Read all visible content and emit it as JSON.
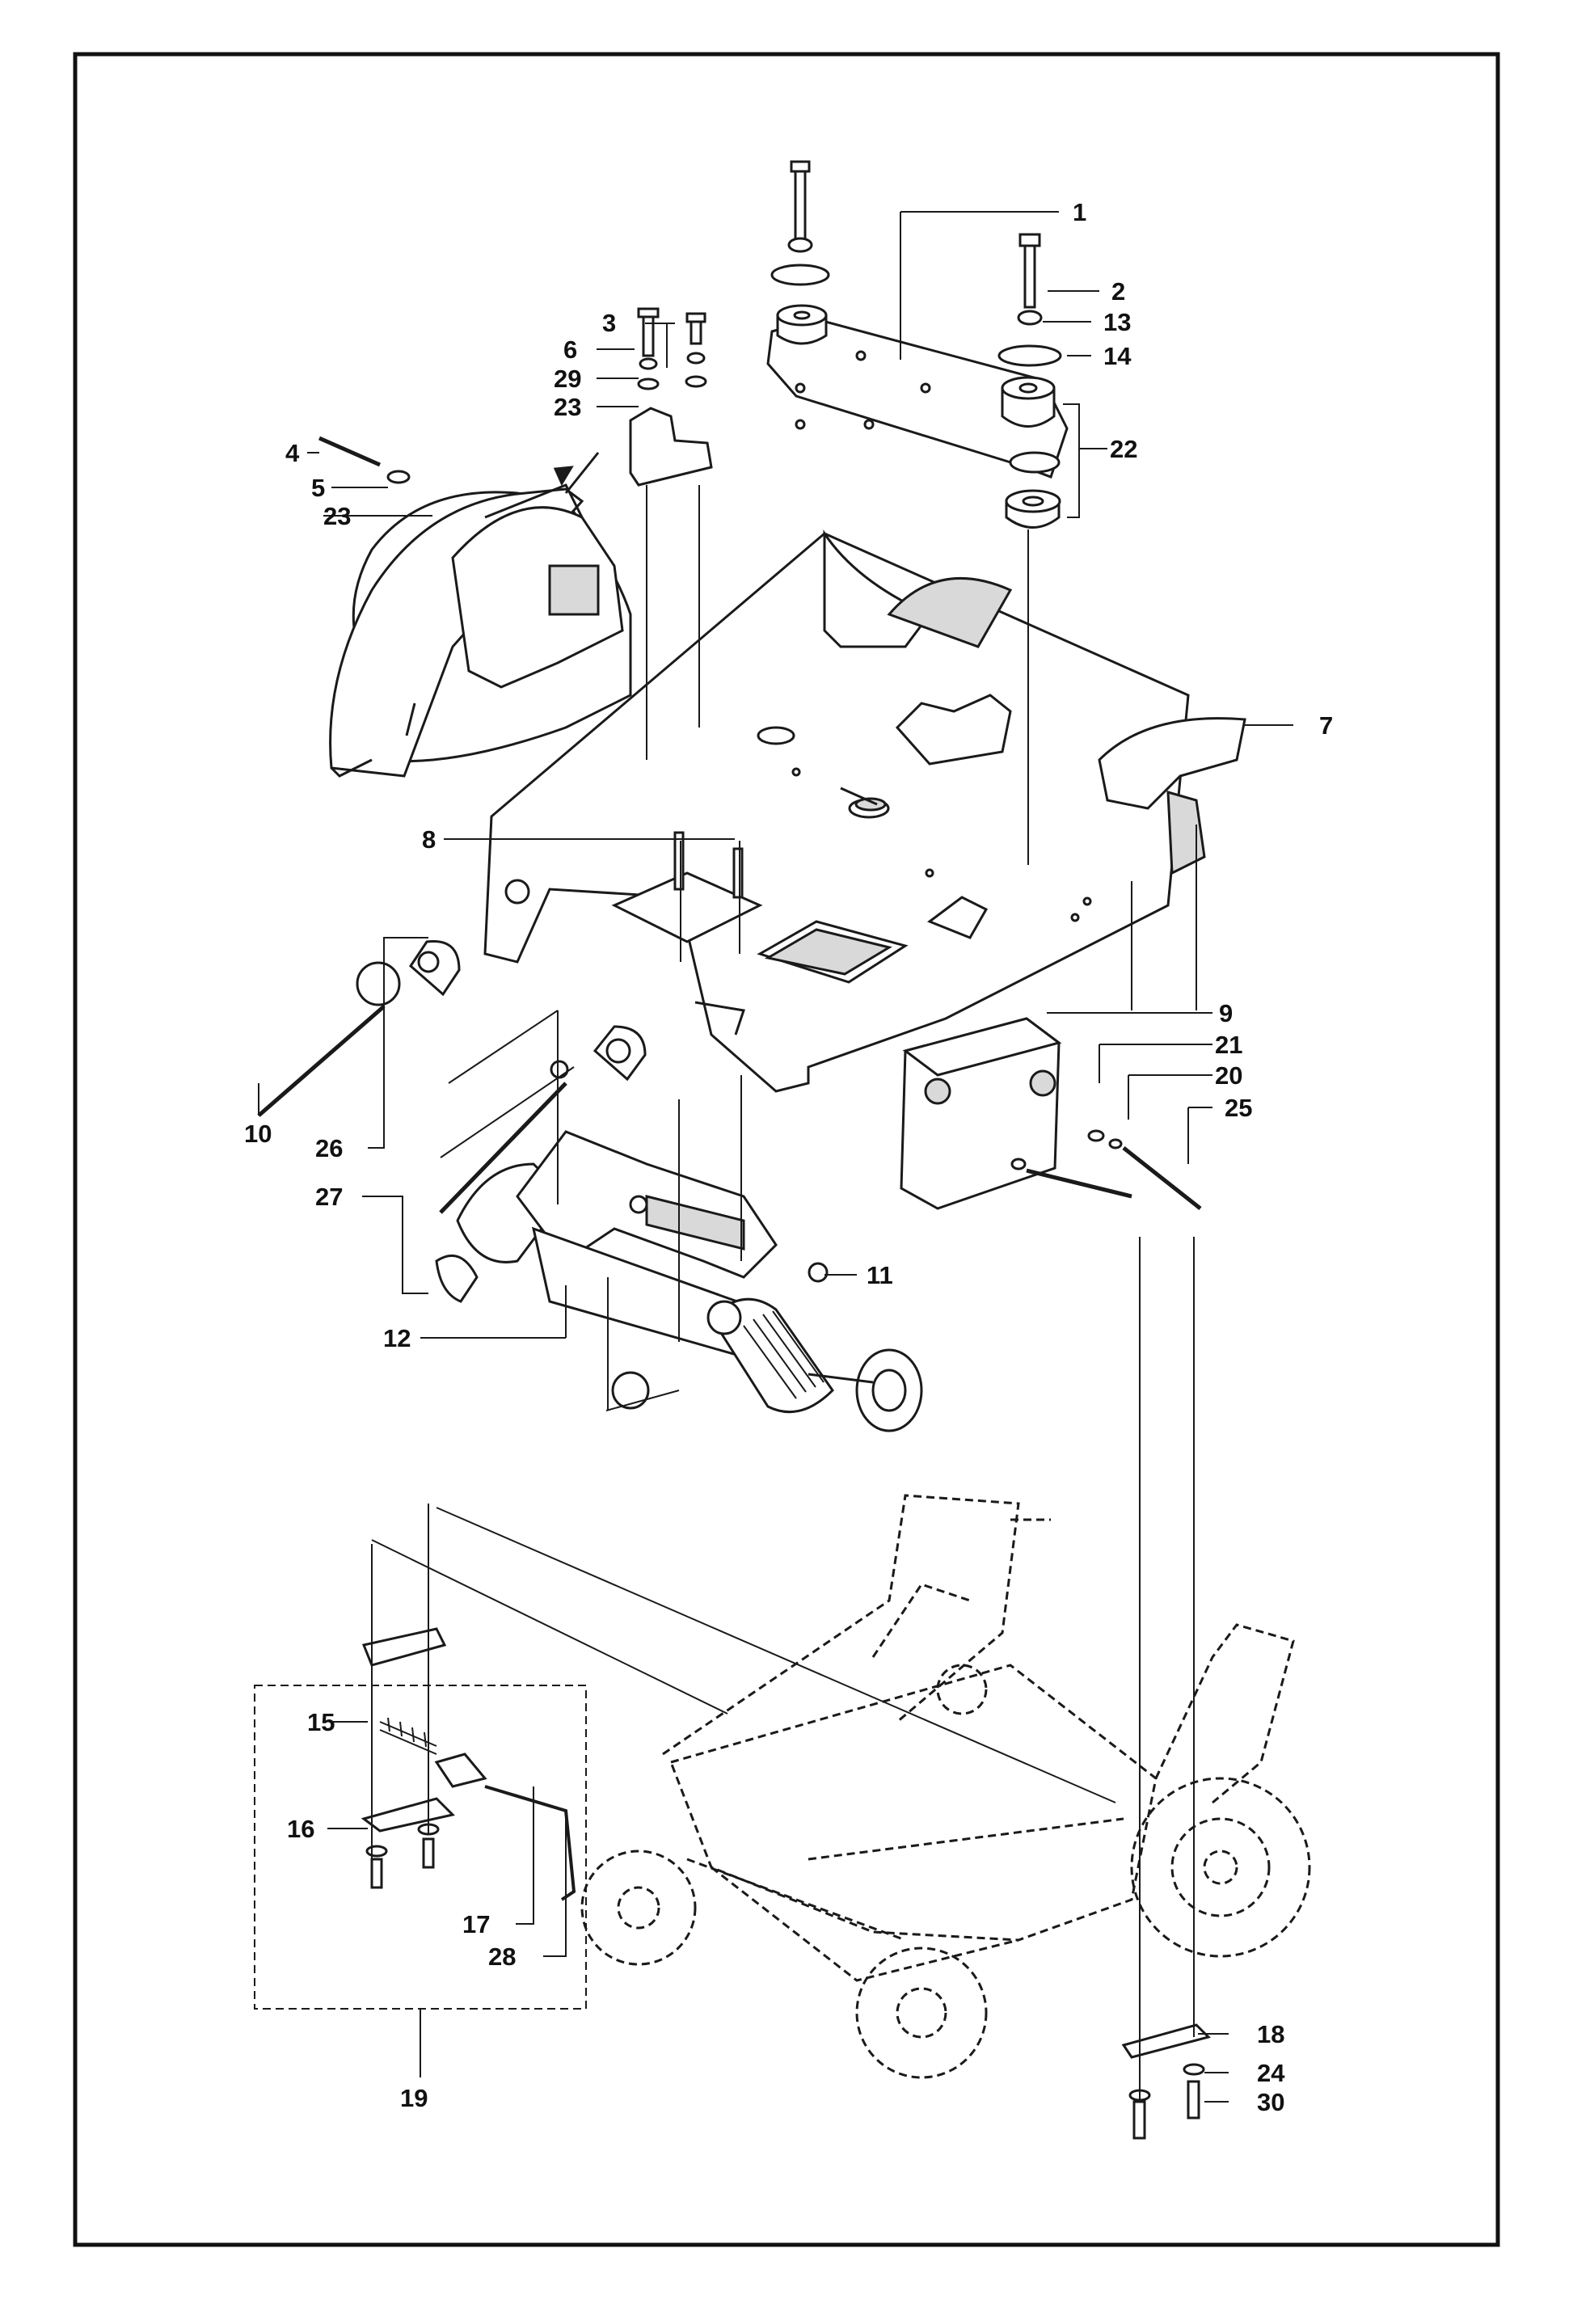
{
  "diagram": {
    "frame_color": "#111111",
    "line_color": "#1a1a1a",
    "part_fill": "#ffffff",
    "shade_fill": "#d9d9d9",
    "callouts": [
      {
        "id": "c1",
        "label": "1"
      },
      {
        "id": "c2",
        "label": "2"
      },
      {
        "id": "c13",
        "label": "13"
      },
      {
        "id": "c14",
        "label": "14"
      },
      {
        "id": "c22",
        "label": "22"
      },
      {
        "id": "c3",
        "label": "3"
      },
      {
        "id": "c6",
        "label": "6"
      },
      {
        "id": "c29",
        "label": "29"
      },
      {
        "id": "c23a",
        "label": "23"
      },
      {
        "id": "c4",
        "label": "4"
      },
      {
        "id": "c5",
        "label": "5"
      },
      {
        "id": "c23b",
        "label": "23"
      },
      {
        "id": "c7",
        "label": "7"
      },
      {
        "id": "c8",
        "label": "8"
      },
      {
        "id": "c9",
        "label": "9"
      },
      {
        "id": "c21",
        "label": "21"
      },
      {
        "id": "c20",
        "label": "20"
      },
      {
        "id": "c25",
        "label": "25"
      },
      {
        "id": "c10",
        "label": "10"
      },
      {
        "id": "c26",
        "label": "26"
      },
      {
        "id": "c27",
        "label": "27"
      },
      {
        "id": "c11",
        "label": "11"
      },
      {
        "id": "c12",
        "label": "12"
      },
      {
        "id": "c15",
        "label": "15"
      },
      {
        "id": "c16",
        "label": "16"
      },
      {
        "id": "c17",
        "label": "17"
      },
      {
        "id": "c28",
        "label": "28"
      },
      {
        "id": "c19",
        "label": "19"
      },
      {
        "id": "c18",
        "label": "18"
      },
      {
        "id": "c24",
        "label": "24"
      },
      {
        "id": "c30",
        "label": "30"
      }
    ]
  }
}
